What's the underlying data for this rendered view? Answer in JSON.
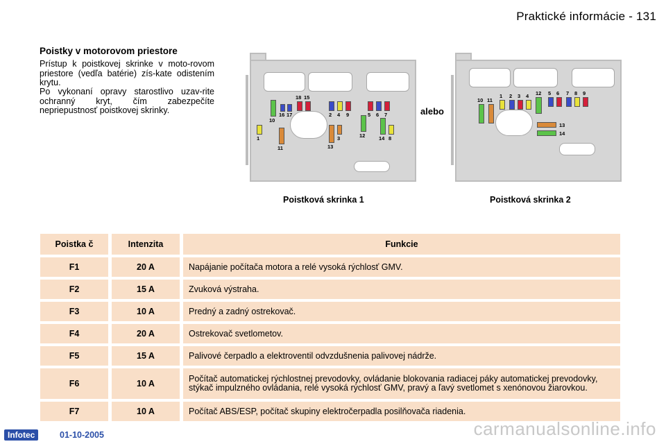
{
  "header": {
    "title": "Praktické informácie - 131"
  },
  "section": {
    "title": "Poistky v motorovom priestore",
    "paragraph1": "Prístup k poistkovej skrinke v moto-rovom priestore (vedľa batérie) zís-kate odistením krytu.",
    "paragraph2": "Po vykonaní opravy starostlivo uzav-rite ochranný kryt, čím zabezpečíte nepriepustnosť poistkovej skrinky."
  },
  "diagram": {
    "separator": "alebo",
    "box1_caption": "Poistková skrinka 1",
    "box2_caption": "Poistková skrinka 2",
    "box1_fuse_labels": [
      "1",
      "10",
      "11",
      "16",
      "17",
      "18",
      "15",
      "2",
      "4",
      "9",
      "3",
      "13",
      "12",
      "5",
      "6",
      "7",
      "14",
      "8"
    ],
    "box2_fuse_labels": [
      "10",
      "11",
      "1",
      "2",
      "3",
      "4",
      "12",
      "5",
      "6",
      "7",
      "8",
      "9",
      "13",
      "14"
    ],
    "colors": {
      "yellow": "#e8e23a",
      "green": "#5cc34a",
      "red": "#d4203a",
      "blue": "#3a4cc8",
      "orange": "#d98a3a",
      "box": "#d6d6d6"
    }
  },
  "table": {
    "headers": {
      "number": "Poistka č",
      "amperage": "Intenzita",
      "function": "Funkcie"
    },
    "rows": [
      {
        "number": "F1",
        "amperage": "20 A",
        "function": "Napájanie počítača motora a relé vysoká rýchlosť GMV."
      },
      {
        "number": "F2",
        "amperage": "15 A",
        "function": "Zvuková výstraha."
      },
      {
        "number": "F3",
        "amperage": "10 A",
        "function": "Predný a zadný ostrekovač."
      },
      {
        "number": "F4",
        "amperage": "20 A",
        "function": "Ostrekovač svetlometov."
      },
      {
        "number": "F5",
        "amperage": "15 A",
        "function": "Palivové čerpadlo a elektroventil odvzdušnenia palivovej nádrže."
      },
      {
        "number": "F6",
        "amperage": "10 A",
        "function": "Počítač automatickej rýchlostnej prevodovky, ovládanie blokovania radiacej páky automatickej prevodovky, stýkač impulzného ovládania, relé vysoká rýchlosť GMV, pravý a ľavý svetlomet s xenónovou žiarovkou."
      },
      {
        "number": "F7",
        "amperage": "10 A",
        "function": "Počítač ABS/ESP, počítač skupiny elektročerpadla posilňovača riadenia."
      }
    ]
  },
  "footer": {
    "logo": "Infotec",
    "date": "01-10-2005",
    "watermark": "carmanualsonline.info"
  }
}
